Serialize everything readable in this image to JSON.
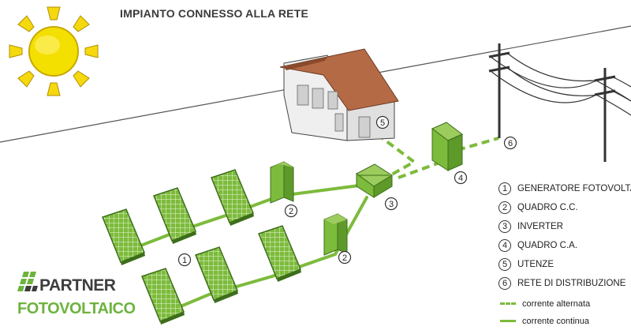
{
  "title": "IMPIANTO CONNESSO ALLA RETE",
  "legend": {
    "items": [
      {
        "num": "1",
        "label": "GENERATORE FOTOVOLTAICO"
      },
      {
        "num": "2",
        "label": "QUADRO  C.C."
      },
      {
        "num": "3",
        "label": "INVERTER"
      },
      {
        "num": "4",
        "label": "QUADRO C.A."
      },
      {
        "num": "5",
        "label": "UTENZE"
      },
      {
        "num": "6",
        "label": "RETE DI DISTRIBUZIONE"
      }
    ],
    "lines": [
      {
        "style": "dashed",
        "label": "corrente alternata"
      },
      {
        "style": "solid",
        "label": "corrente continua"
      }
    ]
  },
  "callouts": {
    "generator": "1",
    "dc_panel_top": "2",
    "dc_panel_bottom": "2",
    "inverter": "3",
    "ac_panel": "4",
    "house": "5",
    "grid": "6"
  },
  "brand": {
    "line1": "PARTNER",
    "line2": "FOTOVOLTAICO"
  },
  "colors": {
    "green": "#7dbb3c",
    "green_dark": "#4f8a23",
    "sun": "#f5d90e",
    "roof": "#b46a45",
    "text": "#222222"
  },
  "icons": [
    "sun-icon",
    "solar-panel-icon",
    "house-icon",
    "power-pole-icon",
    "switchboard-icon",
    "inverter-icon",
    "brand-logo-icon"
  ]
}
